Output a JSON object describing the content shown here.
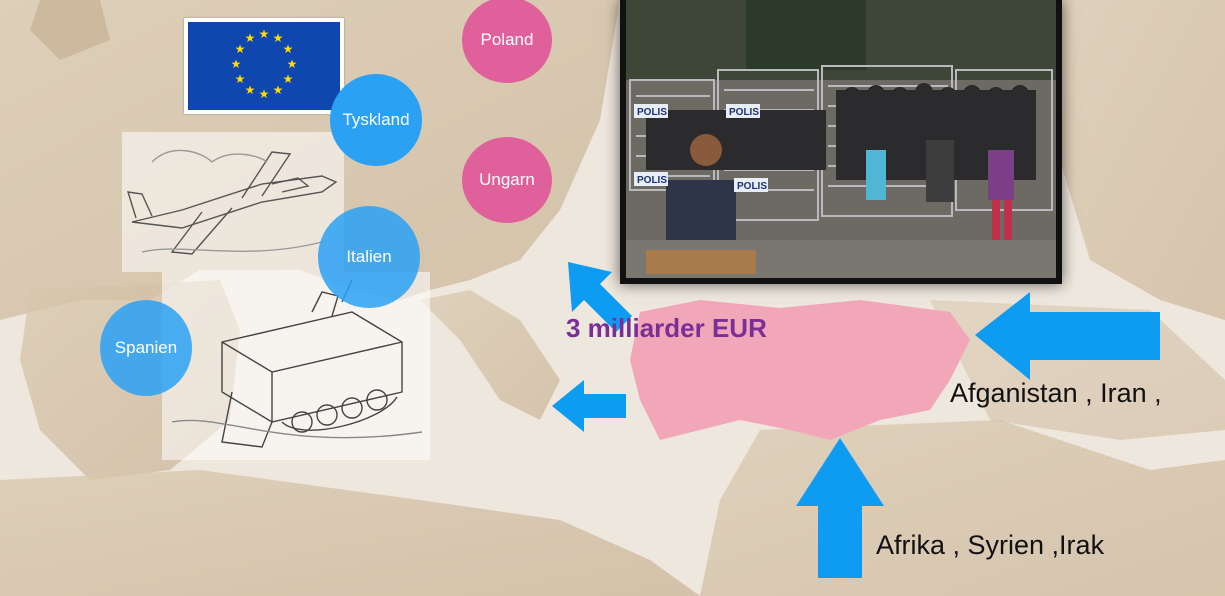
{
  "countries_pink": [
    "Poland",
    "Ungarn"
  ],
  "countries_blue": [
    "Tyskland",
    "Italien",
    "Spanien"
  ],
  "amount_label": "3 milliarder EUR",
  "origins_east": "Afganistan , Iran ,",
  "origins_south": "Afrika , Syrien  ,Irak",
  "photo_signs": [
    "POLIS",
    "POLIS",
    "POLIS",
    "POLIS"
  ],
  "colors": {
    "pink_circle": "#e0609c",
    "blue_circle": "#2aa1f4",
    "arrow": "#0d9cf2",
    "turkey": "#f2a7b8",
    "amount_text": "#7a2f96",
    "eu_blue": "#0f47af",
    "eu_star": "#ffdd00"
  },
  "icons": [
    "eu-flag-icon",
    "plane-sketch",
    "tank-sketch",
    "arrow-left-icon",
    "arrow-up-icon",
    "arrow-up-left-icon"
  ]
}
